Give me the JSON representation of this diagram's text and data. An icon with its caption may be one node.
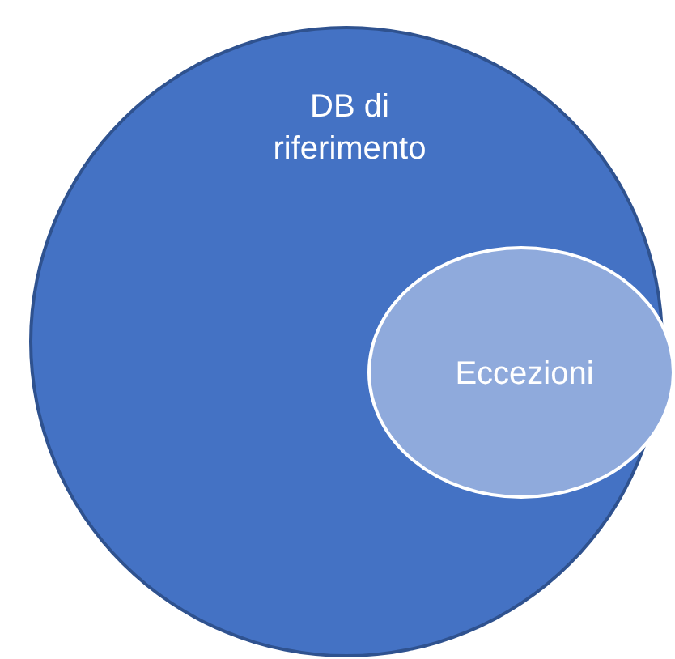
{
  "diagram": {
    "nodes": [
      {
        "text": [
          "DB di riferimento"
        ]
      },
      {
        "text": [
          "Eccezioni"
        ],
        "in": 0
      }
    ]
  }
}
